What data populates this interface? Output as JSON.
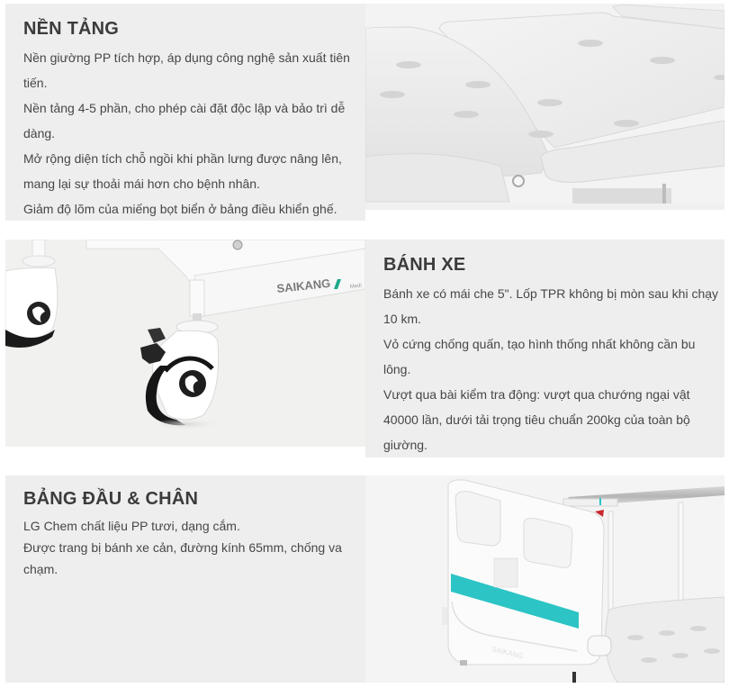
{
  "sections": [
    {
      "id": "platform",
      "title": "NỀN TẢNG",
      "lines": [
        "Nền giường PP tích hợp, áp dụng công nghệ sản xuất tiên",
        "tiến.",
        "Nền tảng 4-5 phần, cho phép cài đặt độc lập và bảo trì dễ",
        "dàng.",
        "Mở rộng diện tích chỗ ngồi khi phần lưng được nâng lên,",
        "mang lại sự thoải mái hơn cho bệnh nhân.",
        "Giảm độ lõm của miếng bọt biển ở bảng điều khiển ghế."
      ],
      "image": "bed-platform-photo"
    },
    {
      "id": "casters",
      "title": "BÁNH XE",
      "lines": [
        "Bánh xe có mái che 5\". Lốp TPR không bị mòn sau khi chạy",
        "10 km.",
        "Vỏ cứng chống quấn, tạo hình thống nhất không cần bu",
        "lông.",
        "Vượt qua bài kiểm tra động: vượt qua chướng ngại vật",
        "40000 lần, dưới tải trọng tiêu chuẩn 200kg của toàn bộ",
        "giường."
      ],
      "image": "caster-wheel-photo",
      "image_brand_text": "SAIKANG",
      "image_brand_suffix": "Medi"
    },
    {
      "id": "head-foot-board",
      "title": "BẢNG ĐẦU & CHÂN",
      "lines": [
        "LG Chem chất liệu PP tươi, dạng cắm.",
        "Được trang bị bánh xe cản, đường kính 65mm, chống va",
        "chạm."
      ],
      "image": "headboard-photo",
      "image_brand_text": "SAIKANG"
    }
  ],
  "colors": {
    "panel_bg": "#eeeeee",
    "heading": "#3b3b3b",
    "body_text": "#474747",
    "accent_teal": "#2cc4c4",
    "brand_green": "#1aa88a"
  }
}
